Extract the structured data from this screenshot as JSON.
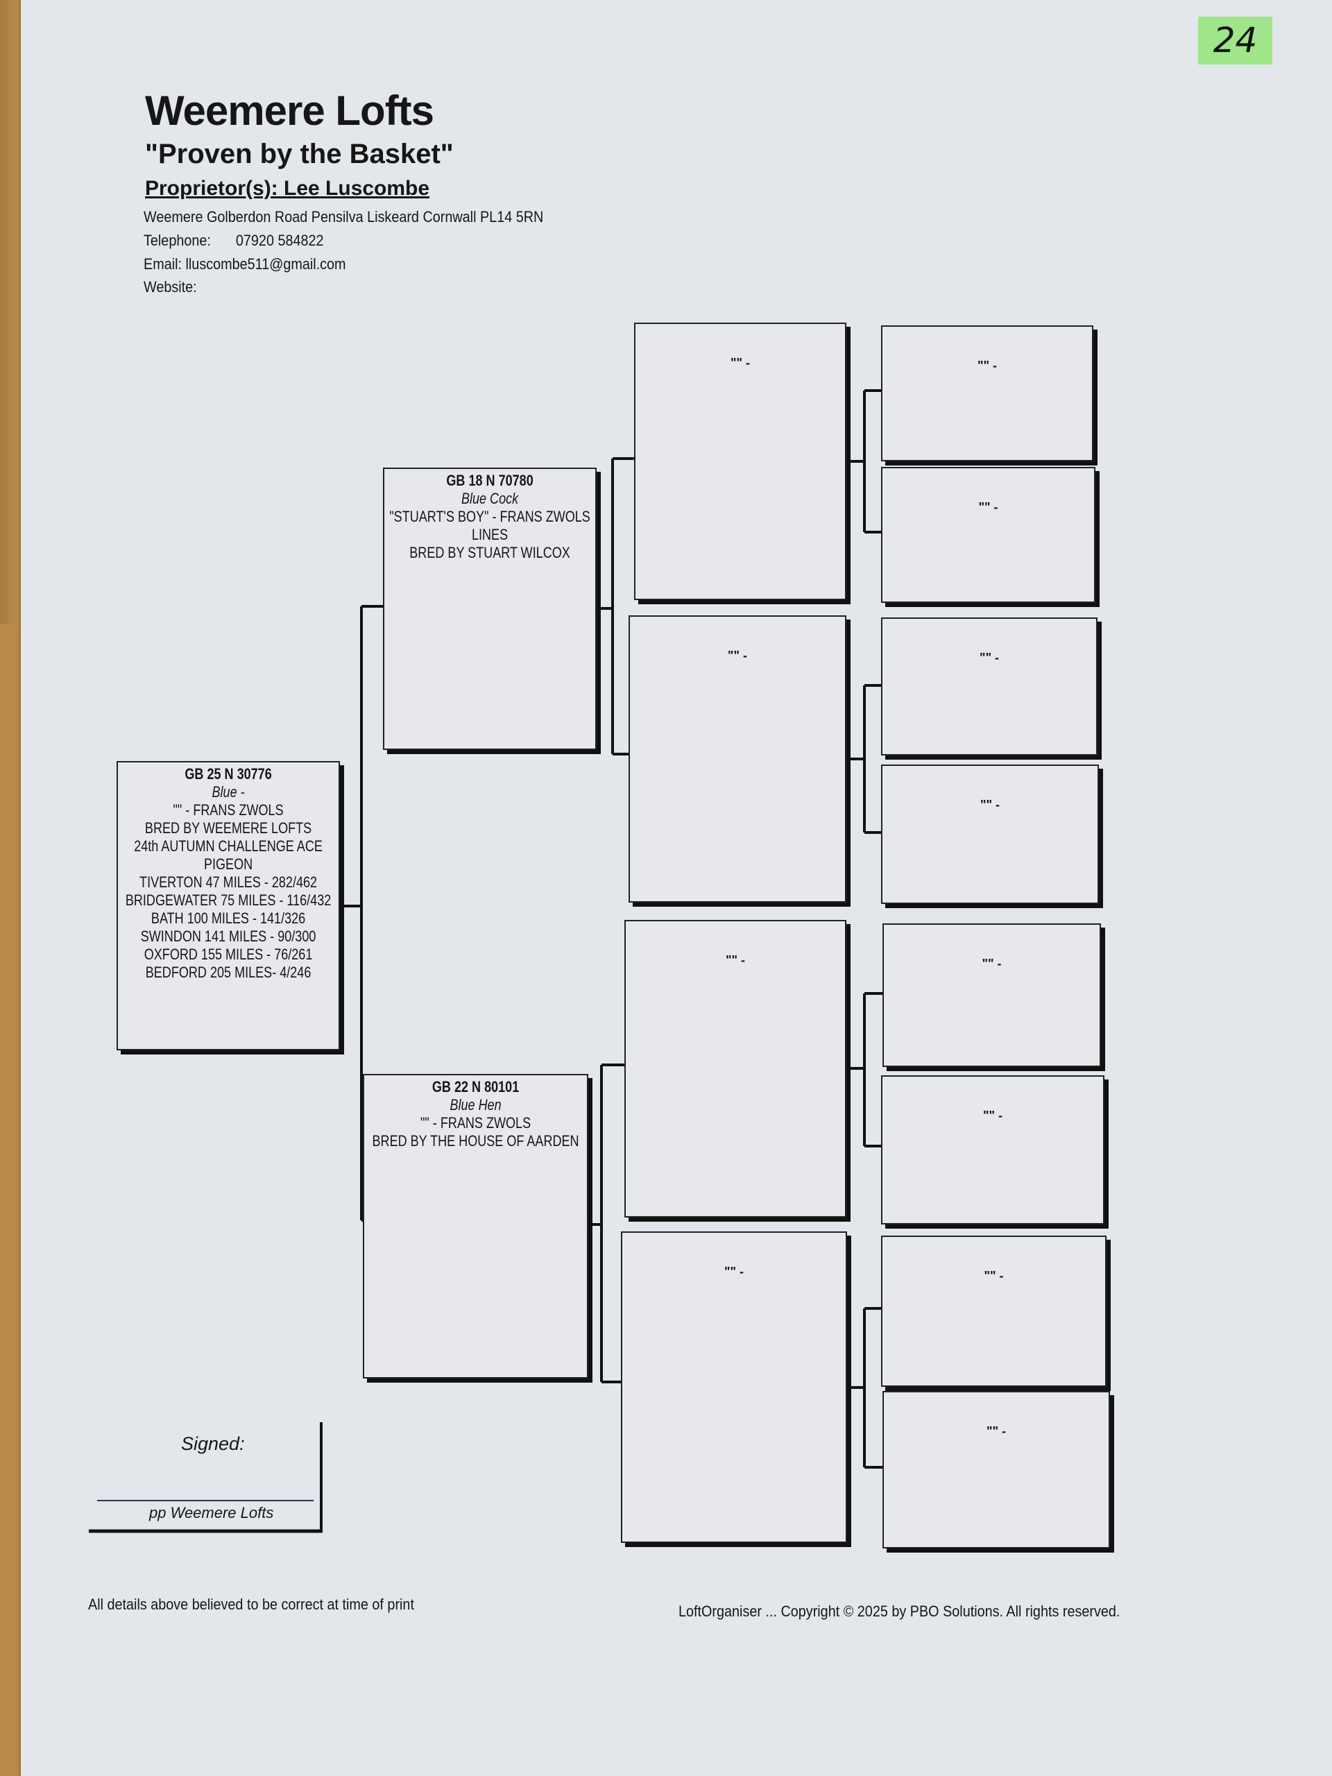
{
  "header": {
    "title": "Weemere Lofts",
    "subtitle": "\"Proven by the Basket\"",
    "proprietor": "Proprietor(s): Lee Luscombe",
    "address": "Weemere Golberdon Road Pensilva Liskeard Cornwall PL14 5RN",
    "telephone_label": "Telephone:",
    "telephone": "07920 584822",
    "email": "Email: lluscombe511@gmail.com",
    "website": "Website:"
  },
  "page_tag": "24",
  "subject": {
    "ring": "GB 25 N 30776",
    "colour": "Blue -",
    "lines": [
      "\"\" - FRANS ZWOLS",
      "BRED BY WEEMERE LOFTS",
      "24th AUTUMN CHALLENGE ACE",
      "PIGEON",
      "TIVERTON 47 MILES - 282/462",
      "BRIDGEWATER 75 MILES - 116/432",
      "BATH 100 MILES - 141/326",
      "SWINDON 141 MILES - 90/300",
      "OXFORD 155 MILES - 76/261",
      "BEDFORD 205 MILES- 4/246"
    ]
  },
  "sire": {
    "ring": "GB 18 N 70780",
    "colour": "Blue Cock",
    "lines": [
      "\"STUART'S BOY\" - FRANS ZWOLS",
      "LINES",
      "BRED BY STUART WILCOX"
    ]
  },
  "dam": {
    "ring": "GB 22 N 80101",
    "colour": "Blue Hen",
    "lines": [
      "\"\" - FRANS ZWOLS",
      "BRED BY THE HOUSE OF AARDEN"
    ]
  },
  "grandparents": [
    "\"\" -",
    "\"\" -",
    "\"\" -",
    "\"\" -"
  ],
  "great_grandparents": [
    "\"\" -",
    "\"\" -",
    "\"\" -",
    "\"\" -",
    "\"\" -",
    "\"\" -",
    "\"\" -",
    "\"\" -"
  ],
  "signature": {
    "signed_label": "Signed:",
    "pp_label": "pp Weemere Lofts"
  },
  "footer": {
    "disclaimer": "All details above believed to be correct at time of print",
    "copyright": "LoftOrganiser ... Copyright © 2025 by PBO Solutions. All rights reserved."
  }
}
